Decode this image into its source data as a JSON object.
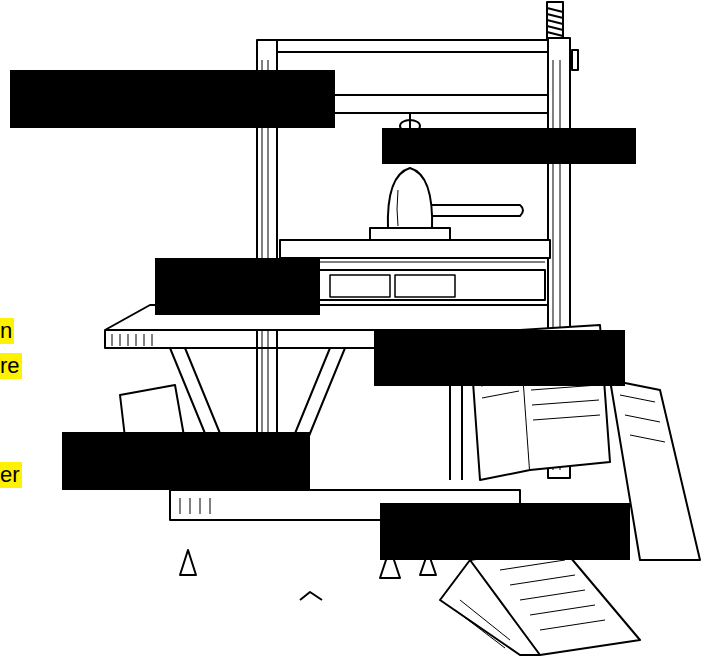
{
  "diagram": {
    "labels": [
      "n",
      "re",
      "er"
    ]
  }
}
